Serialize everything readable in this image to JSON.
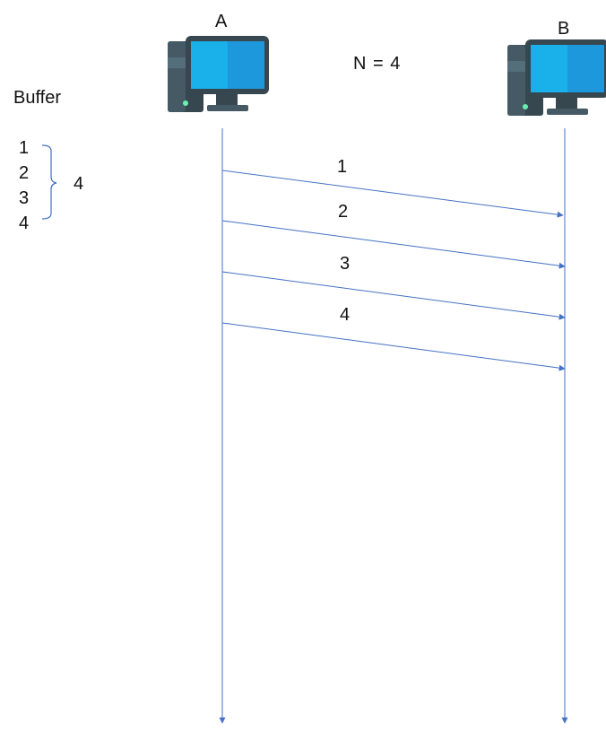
{
  "hosts": {
    "a": {
      "label": "A"
    },
    "b": {
      "label": "B"
    }
  },
  "window": {
    "label": "N = 4"
  },
  "buffer": {
    "title": "Buffer",
    "items": [
      "1",
      "2",
      "3",
      "4"
    ],
    "count": "4"
  },
  "packets": [
    {
      "label": "1"
    },
    {
      "label": "2"
    },
    {
      "label": "3"
    },
    {
      "label": "4"
    }
  ],
  "colors": {
    "line": "#4472c4",
    "screen": "#1ab0ea",
    "screen_dark": "#1e98dc",
    "case": "#37474f",
    "case_light": "#546e7a",
    "led": "#69f0ae"
  },
  "icons": {
    "computer": "desktop-computer-icon"
  }
}
